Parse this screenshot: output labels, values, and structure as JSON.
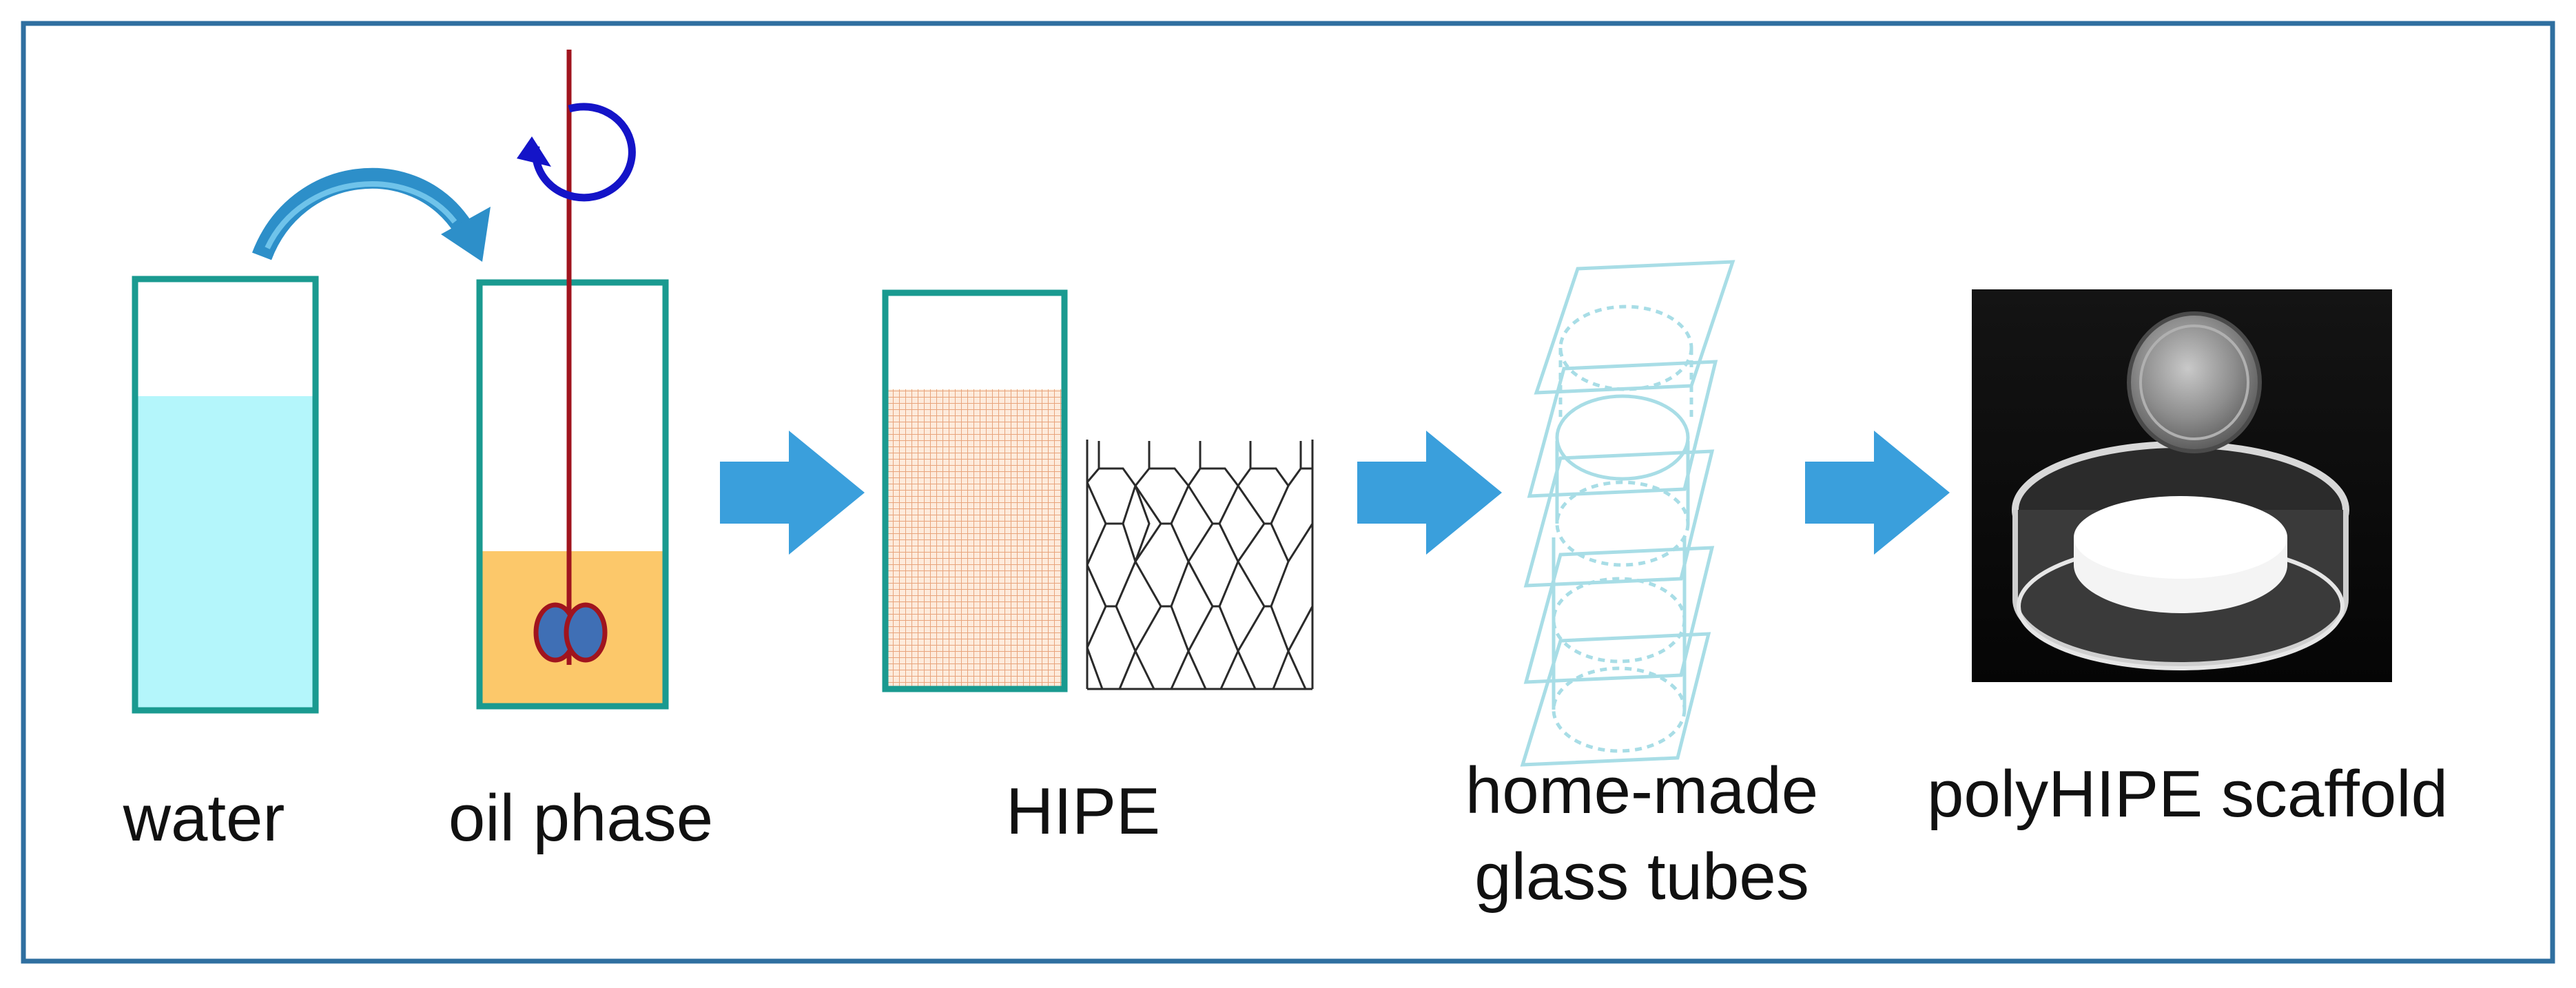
{
  "diagram": {
    "steps": [
      {
        "id": "water",
        "label": "water"
      },
      {
        "id": "oil",
        "label": "oil phase"
      },
      {
        "id": "hipe",
        "label": "HIPE"
      },
      {
        "id": "tubes",
        "label_lines": [
          "home-made",
          "glass tubes"
        ]
      },
      {
        "id": "scaffold",
        "label": "polyHIPE scaffold"
      }
    ]
  },
  "colors": {
    "frame": "#2f6fa0",
    "container": "#1a9a90",
    "water": "#b4f6fb",
    "oil": "#fcc86a",
    "stirrer": "#a0141e",
    "rotation_arrow": "#1414c8",
    "flow_arrow": "#3a9fdc",
    "emulsion": "#f2b48c",
    "tube": "#a8dde6"
  }
}
